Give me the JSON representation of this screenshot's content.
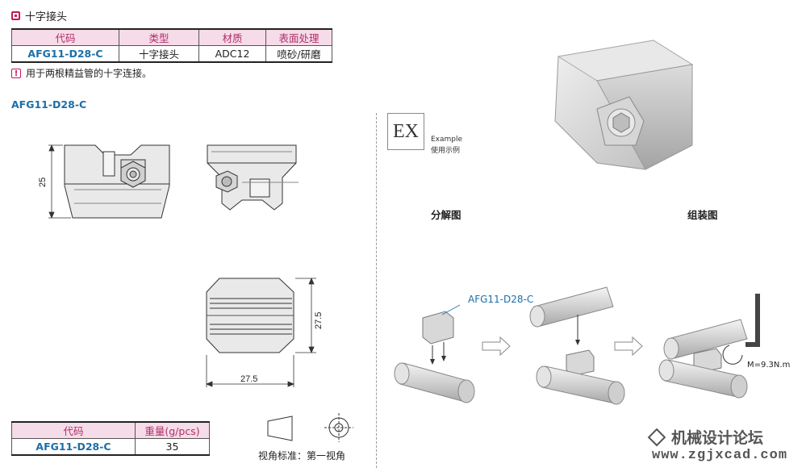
{
  "header": {
    "title": "十字接头"
  },
  "spec_table": {
    "headers": [
      "代码",
      "类型",
      "材质",
      "表面处理"
    ],
    "row": [
      "AFG11-D28-C",
      "十字接头",
      "ADC12",
      "喷砂/研磨"
    ]
  },
  "note": {
    "icon": "!",
    "text": "用于两根精益管的十字连接。"
  },
  "drawing": {
    "title": "AFG11-D28-C",
    "dim_height": "25",
    "dim_width": "27.5",
    "dim_side": "27.5"
  },
  "weight_table": {
    "headers": [
      "代码",
      "重量(g/pcs)"
    ],
    "row": [
      "AFG11-D28-C",
      "35"
    ]
  },
  "projection": {
    "label": "视角标准：第一视角"
  },
  "example": {
    "badge": "EX",
    "line1": "Example",
    "line2": "使用示例"
  },
  "captions": {
    "exploded": "分解图",
    "assembled": "组装图"
  },
  "assembly": {
    "part_label": "AFG11-D28-C",
    "torque": "M=9.3N.m"
  },
  "watermark": {
    "name": "机械设计论坛",
    "url": "www.zgjxcad.com"
  },
  "colors": {
    "accent": "#1b6fa8",
    "table_header_bg": "#f6dbe8",
    "table_header_text": "#b0306a",
    "icon_pink": "#c2185b"
  }
}
